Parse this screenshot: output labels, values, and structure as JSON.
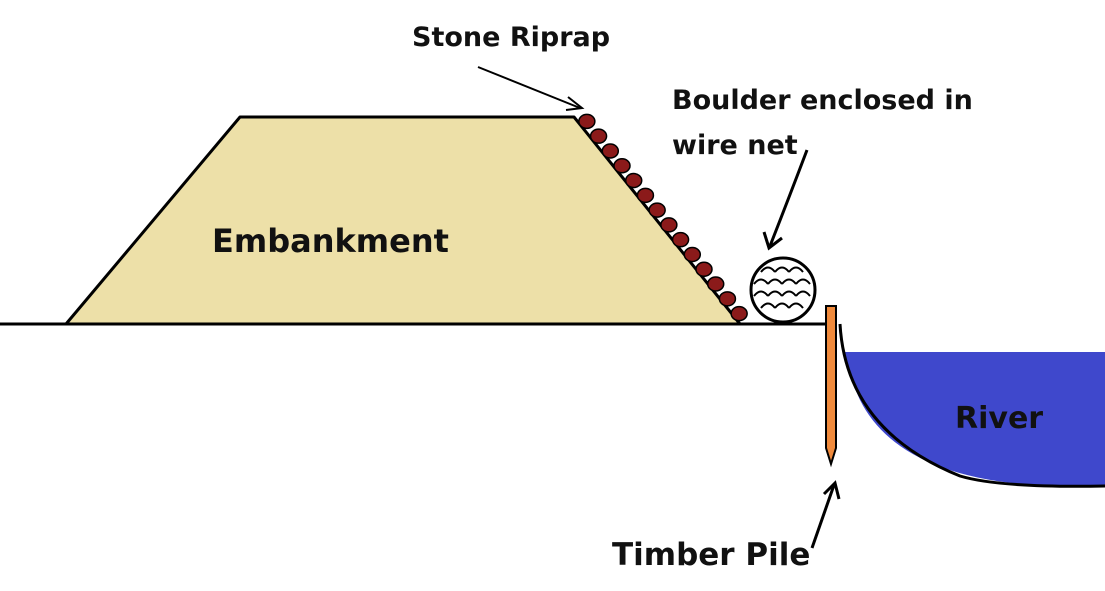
{
  "labels": {
    "stone_riprap": "Stone Riprap",
    "boulder_line1": "Boulder enclosed in",
    "boulder_line2": "wire net",
    "embankment": "Embankment",
    "river": "River",
    "timber_pile": "Timber Pile"
  },
  "colors": {
    "embankment_fill": "#ede0a8",
    "riprap": "#8b1a1a",
    "river": "#3f48cc",
    "pile": "#f08a3c",
    "line": "#000000"
  }
}
